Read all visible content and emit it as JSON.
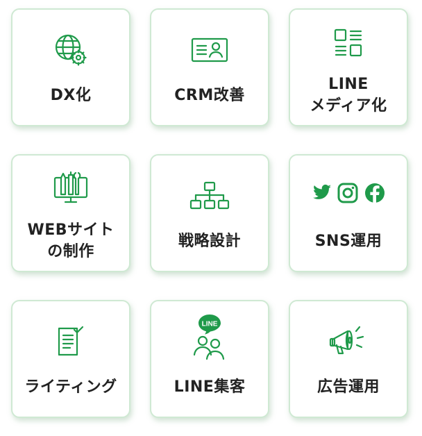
{
  "colors": {
    "accent": "#1f9a4a",
    "card_border": "#cfe9d3",
    "text": "#222222"
  },
  "cards": [
    {
      "icon": "globe-gear-icon",
      "label": "DX化"
    },
    {
      "icon": "id-card-icon",
      "label": "CRM改善"
    },
    {
      "icon": "layout-list-icon",
      "label_line1": "LINE",
      "label_line2": "メディア化"
    },
    {
      "icon": "monitor-tools-icon",
      "label_line1": "WEBサイト",
      "label_line2": "の制作"
    },
    {
      "icon": "sitemap-icon",
      "label": "戦略設計"
    },
    {
      "icon": "social-icons",
      "label": "SNS運用"
    },
    {
      "icon": "document-check-icon",
      "label": "ライティング"
    },
    {
      "icon": "line-users-icon",
      "label": "LINE集客",
      "badge": "LINE"
    },
    {
      "icon": "megaphone-icon",
      "label": "広告運用"
    }
  ]
}
